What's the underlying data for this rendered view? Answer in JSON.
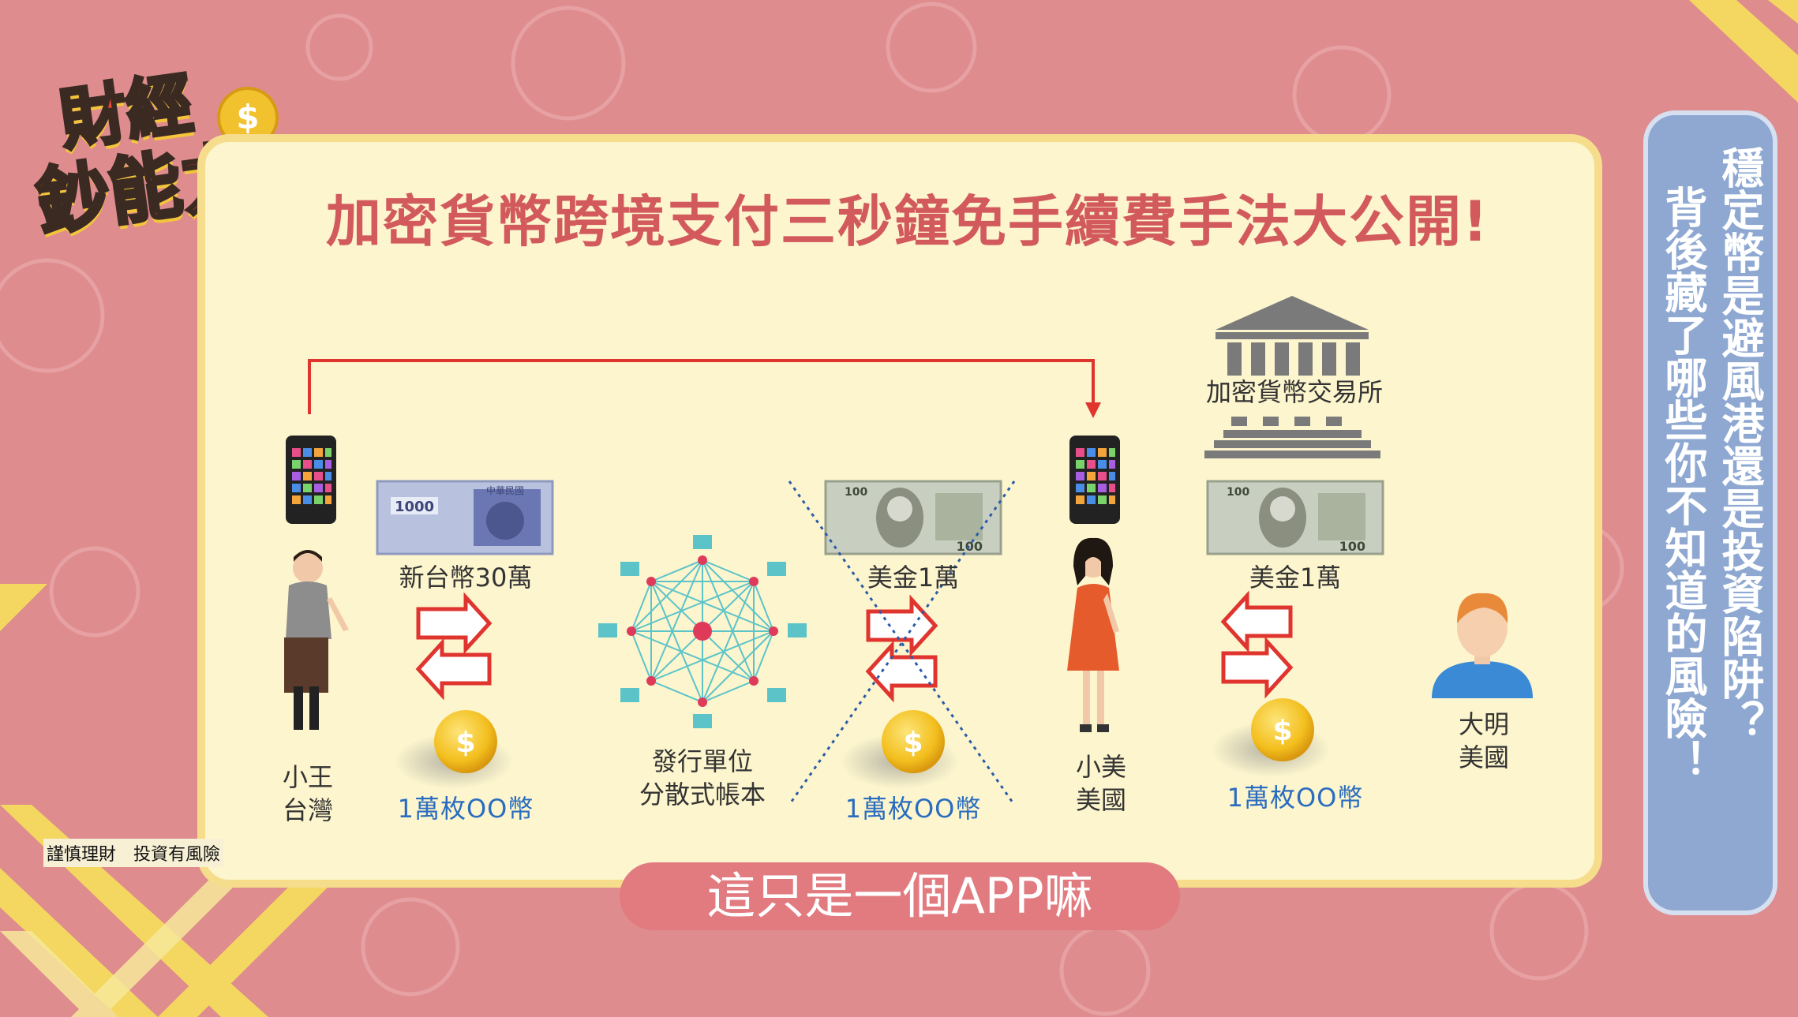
{
  "logo": {
    "line1": "財經",
    "line2": "鈔能力",
    "coin_symbol": "$"
  },
  "disclaimer": "謹慎理財　投資有風險",
  "title": "加密貨幣跨境支付三秒鐘免手續費手法大公開!",
  "diagram": {
    "xiaowang": "小王\n台灣",
    "twd_amount": "新台幣30萬",
    "coin_left": "1萬枚OO幣",
    "issuer": "發行單位\n分散式帳本",
    "usd_middle": "美金1萬",
    "coin_middle": "1萬枚OO幣",
    "xiaomei": "小美\n美國",
    "exchange": "加密貨幣交易所",
    "usd_right": "美金1萬",
    "coin_right": "1萬枚OO幣",
    "daming": "大明\n美國",
    "twd_note_value": "1000",
    "twd_note_issuer": "中華民國",
    "usd_note_value": "100",
    "coin_symbol": "$"
  },
  "sidebar": {
    "col1": "穩定幣是避風港還是投資陷阱？",
    "col2": "背後藏了哪些你不知道的風險！"
  },
  "subtitle": "這只是一個APP嘛",
  "colors": {
    "background": "#de8c8e",
    "panel": "#fcf5cd",
    "title": "#d25a5d",
    "accent_red": "#e0342f",
    "coin_label": "#2a6cc0",
    "sidebar": "#8ea8d2"
  }
}
